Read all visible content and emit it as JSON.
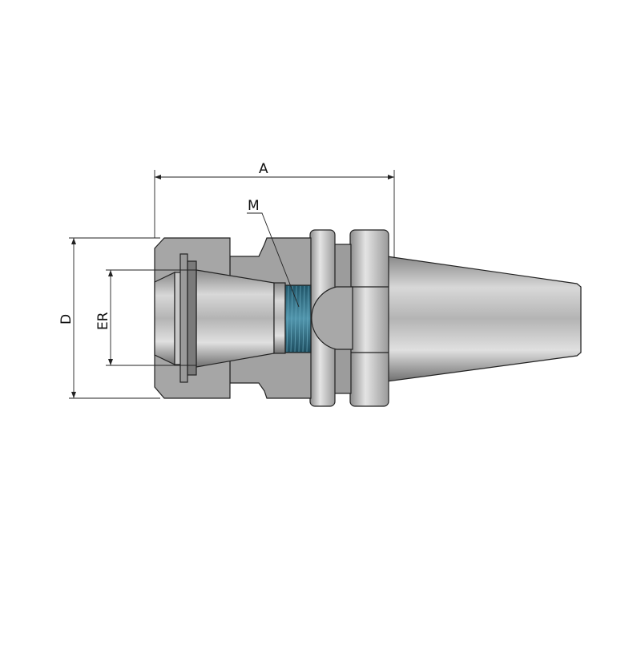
{
  "labels": {
    "A": "A",
    "M": "M",
    "D": "D",
    "ER": "ER"
  },
  "colors": {
    "steel": "#a9a9a9",
    "section": "#9a9a9a",
    "thread": "#2f6f86",
    "outline": "#222222"
  }
}
